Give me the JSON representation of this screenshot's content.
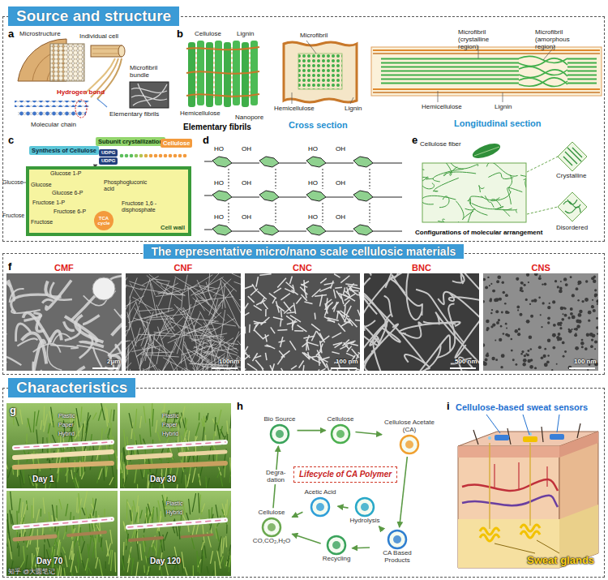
{
  "diagram": {
    "nodes": [
      {
        "text": [
          "Source and structure"
        ]
      },
      {
        "text": [
          "Synthesis of Cellulose"
        ],
        "in": 0
      },
      {
        "text": [
          "Subunit crystallization"
        ],
        "in": 0
      },
      {
        "text": [
          "Cellulose"
        ],
        "in": 0
      },
      {
        "text": [
          "UDPG"
        ],
        "in": 0
      },
      {
        "text": [
          "UDPG"
        ],
        "in": 0
      },
      {
        "text": [
          "Cell wall"
        ],
        "in": 0
      },
      {
        "text": [
          "TCA cycle"
        ],
        "in": 6
      },
      {
        "text": [
          "The representative micro/nano scale cellulosic materials"
        ]
      },
      {
        "text": [
          "Characteristics"
        ]
      },
      {
        "text": [
          "Lifecycle of CA Polymer"
        ],
        "in": 9
      },
      {
        "text": [
          "Bio Source"
        ],
        "in": 9
      },
      {
        "text": [
          "Cellulose"
        ],
        "in": 9
      },
      {
        "text": [
          "Cellulose Acetate (CA)"
        ],
        "in": 9
      },
      {
        "text": [
          "Hydrolysis"
        ],
        "in": 9
      },
      {
        "text": [
          "CA Based Products"
        ],
        "in": 9
      },
      {
        "text": [
          "Acetic Acid"
        ],
        "in": 9
      },
      {
        "text": [
          "Recycling"
        ],
        "in": 9
      },
      {
        "text": [
          "Cellulose",
          "CO,CO₂,H₂O"
        ],
        "in": 9
      }
    ],
    "edges": [
      {
        "from": 11,
        "to": 12,
        "arrow": "to"
      },
      {
        "from": 12,
        "to": 13,
        "arrow": "to"
      },
      {
        "from": 13,
        "to": 15,
        "arrow": "to"
      },
      {
        "from": 15,
        "to": 14,
        "arrow": "to"
      },
      {
        "from": 14,
        "to": 16,
        "arrow": "to"
      },
      {
        "from": 16,
        "to": 18,
        "arrow": "to"
      },
      {
        "from": 15,
        "to": 17,
        "arrow": "to"
      },
      {
        "from": 17,
        "to": 18,
        "arrow": "to"
      },
      {
        "from": 18,
        "to": 11,
        "label": "Degra- dation",
        "arrow": "to"
      }
    ],
    "labels": [
      "a",
      "b",
      "c",
      "d",
      "e",
      "f",
      "g",
      "h",
      "i",
      "Microstructure",
      "Individual cell",
      "Microfibril bundle",
      "Hydrogen bond",
      "Elementary fibrils",
      "Molecular chain",
      "Cellulose",
      "Lignin",
      "Hemicellulose",
      "Nanopore",
      "Elementary fibrils",
      "Microfibril",
      "Hemicellulose",
      "Lignin",
      "Cross section",
      "Microfibril (crystalline region)",
      "Microfibril (amorphous region)",
      "Hemicellulose",
      "Lignin",
      "Longitudinal section",
      "Glucose",
      "Glucose 1-P",
      "Glucose",
      "Glucose 6-P",
      "Phosphogluconic acid",
      "Fructose 1-P",
      "Fructose 6-P",
      "Fructose 1,6 -disphosphate",
      "Fructose",
      "Fructose",
      "HO",
      "OH",
      "HO",
      "OH",
      "HO",
      "OH",
      "HO",
      "OH",
      "HO",
      "OH",
      "HO",
      "OH",
      "Cellulose fiber",
      "Crystalline",
      "Disordered",
      "Configurations of molecular arrangement",
      "CMF",
      "CNF",
      "CNC",
      "BNC",
      "CNS",
      "2μm",
      "100nm",
      "100 nm",
      "500 nm",
      "100 nm",
      "Plastic",
      "Paper",
      "Hybrid",
      "Plastic",
      "Paper",
      "Hybrid",
      "Day 1",
      "Day 30",
      "Plastic",
      "Hybrid",
      "Day 70",
      "Day 120",
      "Cellulose-based sweat sensors",
      "Sweat glands",
      "知乎 @大圆笔记"
    ]
  }
}
